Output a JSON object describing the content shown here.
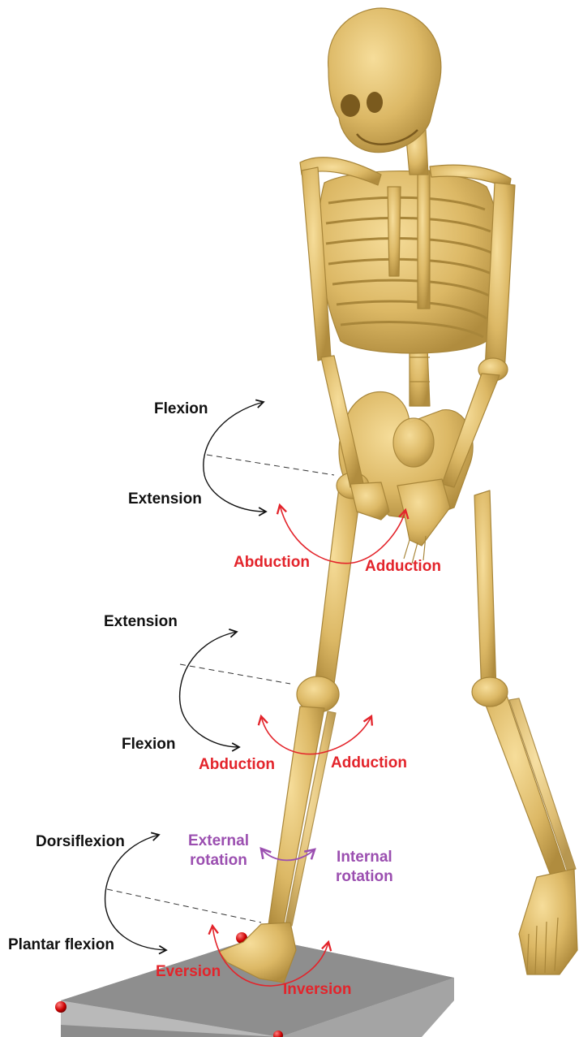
{
  "colors": {
    "bone": "#e2bf6c",
    "bone_shade": "#a8863a",
    "black_label": "#111111",
    "red_label": "#e3242b",
    "purple_label": "#9b4fb0",
    "platform": "#8e8e8e",
    "marker": "#cc0000"
  },
  "hip": {
    "flexion": "Flexion",
    "extension": "Extension",
    "abduction": "Abduction",
    "adduction": "Adduction"
  },
  "knee": {
    "extension": "Extension",
    "flexion": "Flexion",
    "abduction": "Abduction",
    "adduction": "Adduction"
  },
  "ankle": {
    "dorsiflexion": "Dorsiflexion",
    "plantar_flexion": "Plantar flexion",
    "external_rotation_line1": "External",
    "external_rotation_line2": "rotation",
    "internal_rotation_line1": "Internal",
    "internal_rotation_line2": "rotation",
    "eversion": "Eversion",
    "inversion": "Inversion"
  }
}
